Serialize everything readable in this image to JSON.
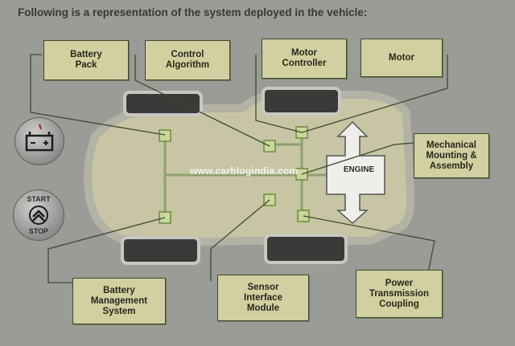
{
  "heading": "Following is a representation of the system deployed in the vehicle:",
  "components": {
    "battery_pack": "Battery\nPack",
    "control_algorithm": "Control\nAlgorithm",
    "motor_controller": "Motor\nController",
    "motor": "Motor",
    "mechanical_mounting": "Mechanical\nMounting &\nAssembly",
    "battery_management": "Battery\nManagement\nSystem",
    "sensor_interface": "Sensor\nInterface\nModule",
    "power_transmission": "Power\nTransmission\nCoupling"
  },
  "engine_label": "ENGINE",
  "watermark": "www.carblogindia.com",
  "side_buttons": {
    "start_label": "START",
    "stop_label": "STOP",
    "battery_icon": "battery-icon",
    "start_stop_icon": "chevron-up-icon"
  },
  "colors": {
    "background": "#9a9c97",
    "box_fill": "#d2cfa0",
    "box_border": "#3d4a2e",
    "car_fill": "#c7c5a4",
    "chassis_line": "#8ea070",
    "wheel": "#3a3a38"
  }
}
